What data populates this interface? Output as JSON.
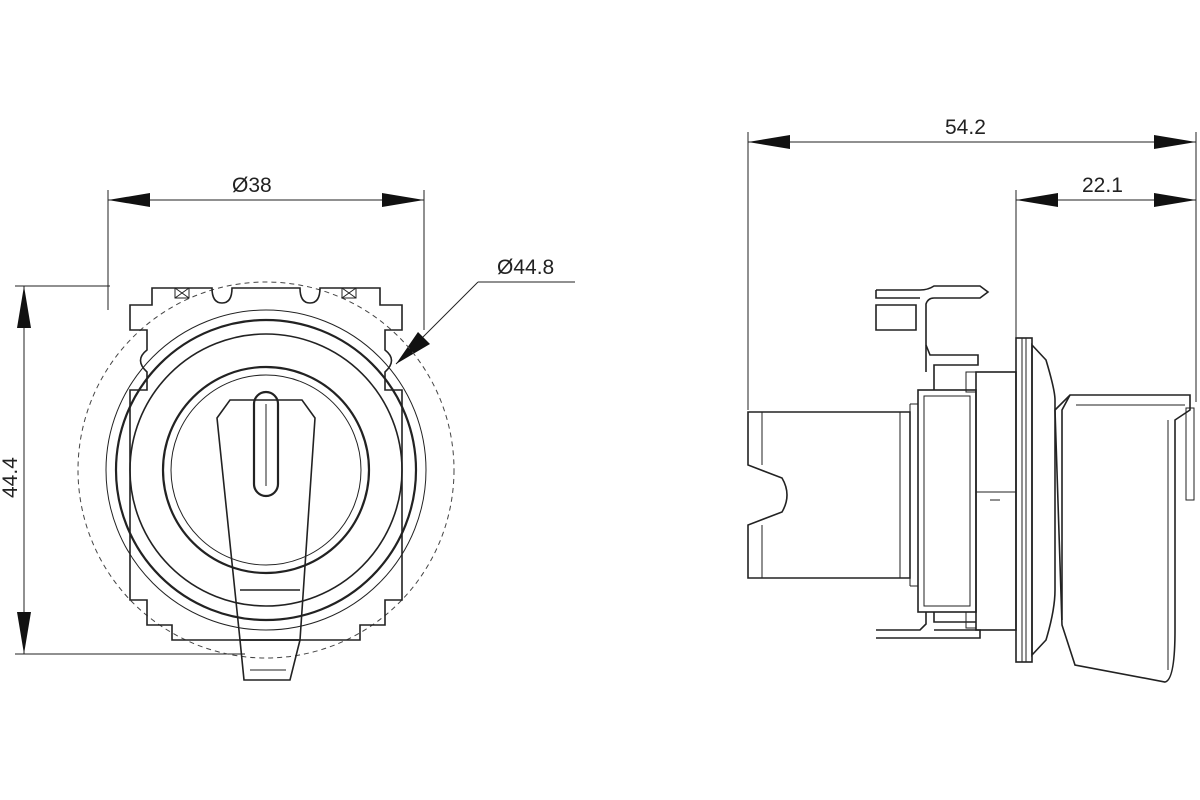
{
  "front_view": {
    "dim_width": "Ø38",
    "dim_outer_diameter": "Ø44.8",
    "dim_height": "44.4"
  },
  "side_view": {
    "dim_overall_length": "54.2",
    "dim_front_length": "22.1"
  }
}
